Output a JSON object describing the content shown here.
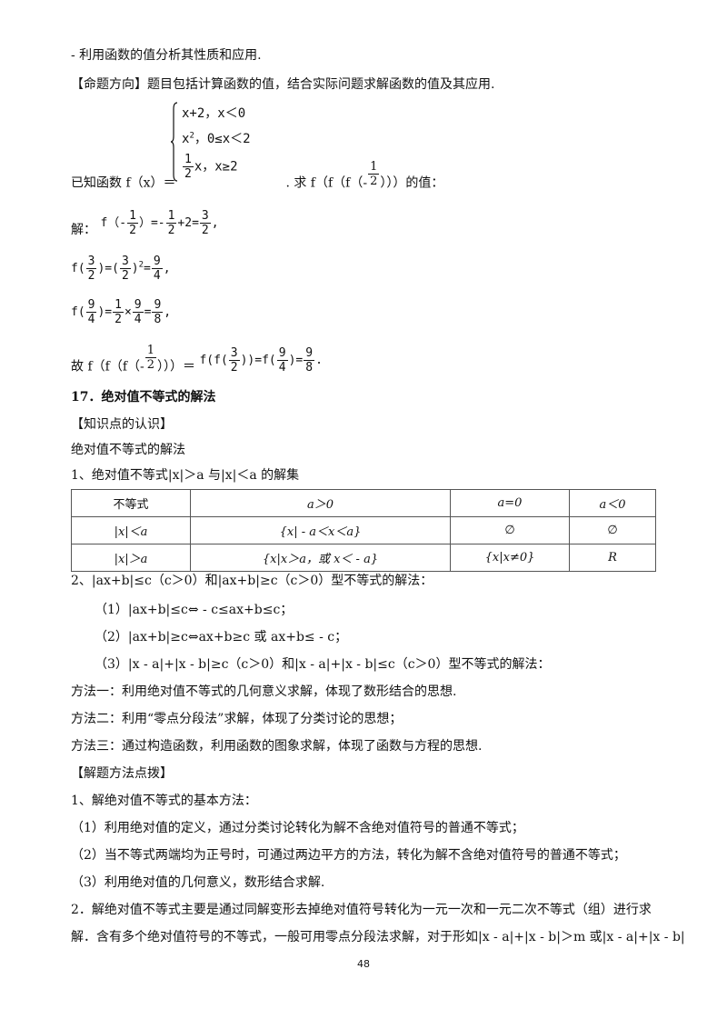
{
  "lines": {
    "l1": "- 利用函数的值分析其性质和应用.",
    "l2": "【命题方向】题目包括计算函数的值，结合实际问题求解函数的值及其应用.",
    "piece_row1": "x+2，x＜0",
    "piece_row2a": "x",
    "piece_row2b": "，0≤x＜2",
    "piece_row3": "x，x≥2",
    "given_a": "已知函数 f（x）＝",
    "given_b": ". 求 f（f（f（-",
    "given_c": "）））的值：",
    "sol_label": "解：",
    "s1": "f（-",
    "s1b": "）=-",
    "s1c": "+2=",
    "s2": "f(",
    "s2b": ")=(",
    "s2c": ")",
    "s2d": "=",
    "s3": "f(",
    "s3b": ")=",
    "s3c": "×",
    "s3d": "=",
    "c1": "故 f（f（f（-",
    "c1b": "）））＝",
    "c2": "f(f(",
    "c2b": "))=f(",
    "c2c": ")=",
    "sec17": "17．绝对值不等式的解法",
    "k1": "【知识点的认识】",
    "k2": "绝对值不等式的解法",
    "k3": "1、绝对值不等式|x|＞a 与|x|＜a 的解集",
    "k4": "2、|ax+b|≤c（c＞0）和|ax+b|≥c（c＞0）型不等式的解法：",
    "k5": "（1）|ax+b|≤c⇔ - c≤ax+b≤c；",
    "k6": "（2）|ax+b|≥c⇔ax+b≥c 或 ax+b≤ - c；",
    "k7": "（3）|x - a|+|x - b|≥c（c＞0）和|x - a|+|x - b|≤c（c＞0）型不等式的解法：",
    "m1": "方法一：利用绝对值不等式的几何意义求解，体现了数形结合的思想.",
    "m2": "方法二：利用“零点分段法”求解，体现了分类讨论的思想；",
    "m3": "方法三：通过构造函数，利用函数的图象求解，体现了函数与方程的思想.",
    "t1": "【解题方法点拨】",
    "t2": "1、解绝对值不等式的基本方法：",
    "t3": "（1）利用绝对值的定义，通过分类讨论转化为解不含绝对值符号的普通不等式；",
    "t4": "（2）当不等式两端均为正号时，可通过两边平方的方法，转化为解不含绝对值符号的普通不等式；",
    "t5": "（3）利用绝对值的几何意义，数形结合求解.",
    "t6": "2．解绝对值不等式主要是通过同解变形去掉绝对值符号转化为一元一次和一元二次不等式（组）进行求",
    "t7": "解．含有多个绝对值符号的不等式，一般可用零点分段法求解，对于形如|x - a|+|x - b|＞m 或|x - a|+|x - b|"
  },
  "fractions": {
    "one": "1",
    "two": "2",
    "three": "3",
    "four": "4",
    "eight": "8",
    "nine": "9",
    "sq_exp": "2"
  },
  "table": {
    "header": [
      "不等式",
      "a＞0",
      "a=0",
      "a＜0"
    ],
    "rows": [
      [
        "|x|＜a",
        "{x| - a＜x＜a}",
        "∅",
        "∅"
      ],
      [
        "|x|＞a",
        "{x|x＞a，或 x＜ - a}",
        "{x|x≠0}",
        "R"
      ]
    ]
  },
  "page_number": "48"
}
